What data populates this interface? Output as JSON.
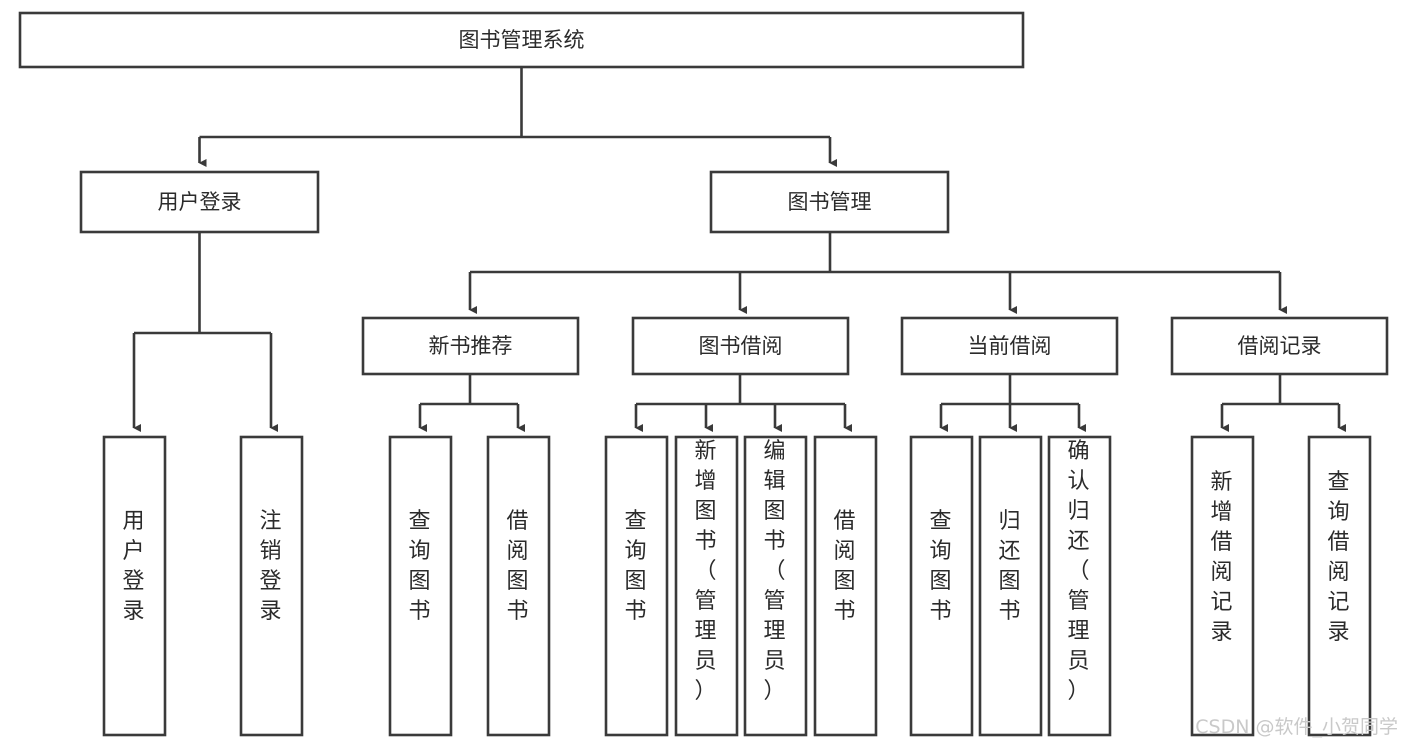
{
  "diagram": {
    "type": "tree",
    "title": "图书管理系统",
    "orientation": "top-down",
    "background_color": "#ffffff",
    "line_color": "#3a3a3a",
    "text_color": "#2b2b2b",
    "root": {
      "id": "root",
      "label": "图书管理系统"
    },
    "level2": [
      {
        "id": "user-login",
        "label": "用户登录"
      },
      {
        "id": "book-management",
        "label": "图书管理"
      }
    ],
    "level3": [
      {
        "id": "new-book-recommend",
        "label": "新书推荐",
        "parent": "book-management"
      },
      {
        "id": "book-borrow",
        "label": "图书借阅",
        "parent": "book-management"
      },
      {
        "id": "current-borrow",
        "label": "当前借阅",
        "parent": "book-management"
      },
      {
        "id": "borrow-record",
        "label": "借阅记录",
        "parent": "book-management"
      }
    ],
    "leaves": [
      {
        "id": "leaf-user-login",
        "parent": "user-login",
        "lines": [
          "用",
          "户",
          "登",
          "录"
        ]
      },
      {
        "id": "leaf-logout",
        "parent": "user-login",
        "lines": [
          "注",
          "销",
          "登",
          "录"
        ]
      },
      {
        "id": "leaf-query-book-1",
        "parent": "new-book-recommend",
        "lines": [
          "查",
          "询",
          "图",
          "书"
        ]
      },
      {
        "id": "leaf-borrow-book-1",
        "parent": "new-book-recommend",
        "lines": [
          "借",
          "阅",
          "图",
          "书"
        ]
      },
      {
        "id": "leaf-query-book-2",
        "parent": "book-borrow",
        "lines": [
          "查",
          "询",
          "图",
          "书"
        ]
      },
      {
        "id": "leaf-add-book-admin",
        "parent": "book-borrow",
        "lines": [
          "新",
          "增",
          "图",
          "书",
          "（",
          "管",
          "理",
          "员",
          "）"
        ]
      },
      {
        "id": "leaf-edit-book-admin",
        "parent": "book-borrow",
        "lines": [
          "编",
          "辑",
          "图",
          "书",
          "（",
          "管",
          "理",
          "员",
          "）"
        ]
      },
      {
        "id": "leaf-borrow-book-2",
        "parent": "book-borrow",
        "lines": [
          "借",
          "阅",
          "图",
          "书"
        ]
      },
      {
        "id": "leaf-query-book-3",
        "parent": "current-borrow",
        "lines": [
          "查",
          "询",
          "图",
          "书"
        ]
      },
      {
        "id": "leaf-return-book",
        "parent": "current-borrow",
        "lines": [
          "归",
          "还",
          "图",
          "书"
        ]
      },
      {
        "id": "leaf-confirm-return-admin",
        "parent": "current-borrow",
        "lines": [
          "确",
          "认",
          "归",
          "还",
          "（",
          "管",
          "理",
          "员",
          "）"
        ]
      },
      {
        "id": "leaf-add-borrow-record",
        "parent": "borrow-record",
        "lines": [
          "新",
          "增",
          "借",
          "阅",
          "记",
          "录"
        ]
      },
      {
        "id": "leaf-query-borrow-record",
        "parent": "borrow-record",
        "lines": [
          "查",
          "询",
          "借",
          "阅",
          "记",
          "录"
        ]
      }
    ]
  },
  "watermark": {
    "text": "CSDN @软件_小贺同学"
  }
}
